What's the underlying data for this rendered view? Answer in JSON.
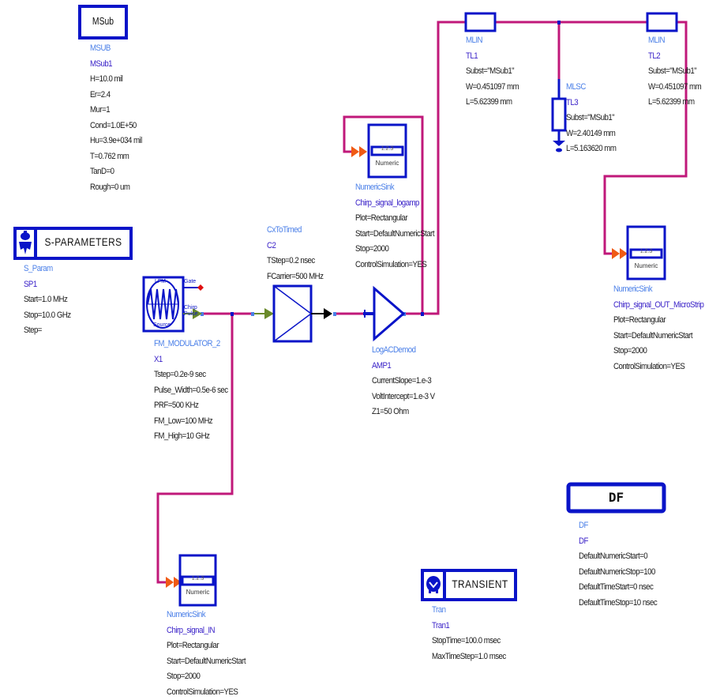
{
  "colors": {
    "component": "#0a14c8",
    "wire": "#c0187a",
    "wire_node": "#4a7fe8",
    "real_port": "#6a8a2a",
    "numeric_arrow": "#f05a14",
    "label_type": "#4a7fe8",
    "label_inst": "#3a22c8",
    "label_param": "#1a1a1a",
    "gate_port": "#e01010"
  },
  "components": {
    "msub": {
      "box_label": "MSub",
      "type": "MSUB",
      "instance": "MSub1",
      "params": [
        "H=10.0 mil",
        "Er=2.4",
        "Mur=1",
        "Cond=1.0E+50",
        "Hu=3.9e+034 mil",
        "T=0.762 mm",
        "TanD=0",
        "Rough=0 um"
      ]
    },
    "sparam": {
      "box_label": "S-PARAMETERS",
      "icon": "sparam-controller-icon",
      "type": "S_Param",
      "instance": "SP1",
      "params": [
        "Start=1.0 MHz",
        "Stop=10.0 GHz",
        "Step="
      ]
    },
    "fm_source": {
      "symbol_top": "LFM",
      "symbol_bottom": "Source",
      "pin_gate": "Gate",
      "pin_chirp": "Chirp Pulse",
      "type": "FM_MODULATOR_2",
      "instance": "X1",
      "params": [
        "Tstep=0.2e-9 sec",
        "Pulse_Width=0.5e-6 sec",
        "PRF=500 KHz",
        "FM_Low=100 MHz",
        "FM_High=10 GHz"
      ]
    },
    "cx_to_timed": {
      "type": "CxToTimed",
      "instance": "C2",
      "params": [
        "TStep=0.2 nsec",
        "FCarrier=500 MHz"
      ]
    },
    "sink_logamp": {
      "display": "1.2.3",
      "caption": "Numeric",
      "type": "NumericSink",
      "instance": "Chirp_signal_logamp",
      "params": [
        "Plot=Rectangular",
        "Start=DefaultNumericStart",
        "Stop=2000",
        "ControlSimulation=YES"
      ]
    },
    "log_demod": {
      "type": "LogACDemod",
      "instance": "AMP1",
      "params": [
        "CurrentSlope=1.e-3",
        "VoltIntercept=1.e-3 V",
        "Z1=50 Ohm"
      ]
    },
    "tl1": {
      "type": "MLIN",
      "instance": "TL1",
      "params": [
        "Subst=\"MSub1\"",
        "W=0.451097 mm",
        "L=5.62399 mm"
      ]
    },
    "tl2": {
      "type": "MLIN",
      "instance": "TL2",
      "params": [
        "Subst=\"MSub1\"",
        "W=0.451097 mm",
        "L=5.62399 mm"
      ]
    },
    "tl3": {
      "type": "MLSC",
      "instance": "TL3",
      "params": [
        "Subst=\"MSub1\"",
        "W=2.40149 mm",
        "L=5.163620 mm"
      ]
    },
    "sink_out": {
      "display": "1.2.3",
      "caption": "Numeric",
      "type": "NumericSink",
      "instance": "Chirp_signal_OUT_MicroStrip",
      "params": [
        "Plot=Rectangular",
        "Start=DefaultNumericStart",
        "Stop=2000",
        "ControlSimulation=YES"
      ]
    },
    "sink_in": {
      "display": "1.2.3",
      "caption": "Numeric",
      "type": "NumericSink",
      "instance": "Chirp_signal_IN",
      "params": [
        "Plot=Rectangular",
        "Start=DefaultNumericStart",
        "Stop=2000",
        "ControlSimulation=YES"
      ]
    },
    "df": {
      "box_label": "DF",
      "type": "DF",
      "instance": "DF",
      "params": [
        "DefaultNumericStart=0",
        "DefaultNumericStop=100",
        "DefaultTimeStart=0 nsec",
        "DefaultTimeStop=10 nsec"
      ]
    },
    "transient": {
      "box_label": "TRANSIENT",
      "icon": "transient-controller-icon",
      "type": "Tran",
      "instance": "Tran1",
      "params": [
        "StopTime=100.0 msec",
        "MaxTimeStep=1.0 msec"
      ]
    }
  }
}
